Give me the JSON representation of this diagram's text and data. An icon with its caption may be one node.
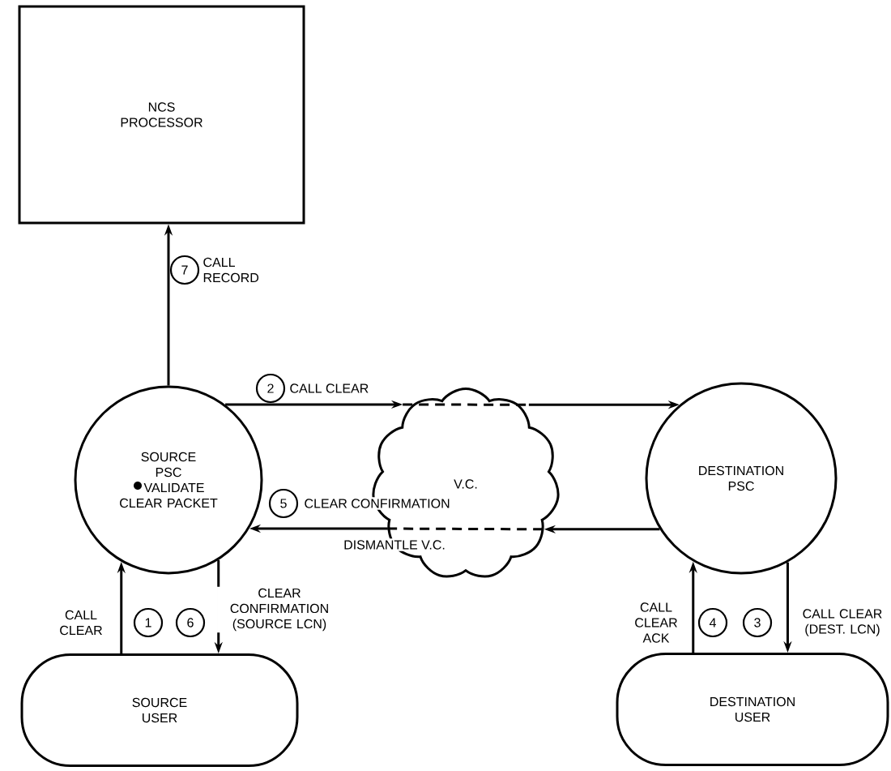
{
  "diagram": {
    "nodes": [
      {
        "text": [
          "NCS PROCESSOR"
        ]
      },
      {
        "text": [
          "SOURCE PSC",
          "VALIDATE CLEAR PACKET"
        ]
      },
      {
        "text": [
          "V.C."
        ]
      },
      {
        "text": [
          "DESTINATION PSC"
        ]
      },
      {
        "text": [
          "SOURCE USER"
        ]
      },
      {
        "text": [
          "DESTINATION USER"
        ]
      }
    ],
    "edges": [
      {
        "from": 1,
        "to": 0,
        "arrow": "to",
        "label": "CALL RECORD"
      },
      {
        "from": 1,
        "to": 2,
        "arrow": "to",
        "label": "CALL CLEAR"
      },
      {
        "from": 2,
        "to": 3,
        "arrow": "to"
      },
      {
        "from": 3,
        "to": 2,
        "arrow": "to"
      },
      {
        "from": 2,
        "to": 1,
        "arrow": "to",
        "label": "CLEAR CONFIRMATION"
      },
      {
        "from": 4,
        "to": 1,
        "arrow": "to",
        "label": "CALL CLEAR"
      },
      {
        "from": 1,
        "to": 4,
        "arrow": "to",
        "label": "CLEAR CONFIRMATION (SOURCE LCN)"
      },
      {
        "from": 5,
        "to": 3,
        "arrow": "to",
        "label": "CALL CLEAR ACK"
      },
      {
        "from": 3,
        "to": 5,
        "arrow": "to",
        "label": "CALL CLEAR (DEST. LCN)"
      }
    ],
    "labels": [
      "7",
      "2",
      "5",
      "DISMANTLE V.C.",
      "1",
      "6",
      "4",
      "3"
    ]
  }
}
